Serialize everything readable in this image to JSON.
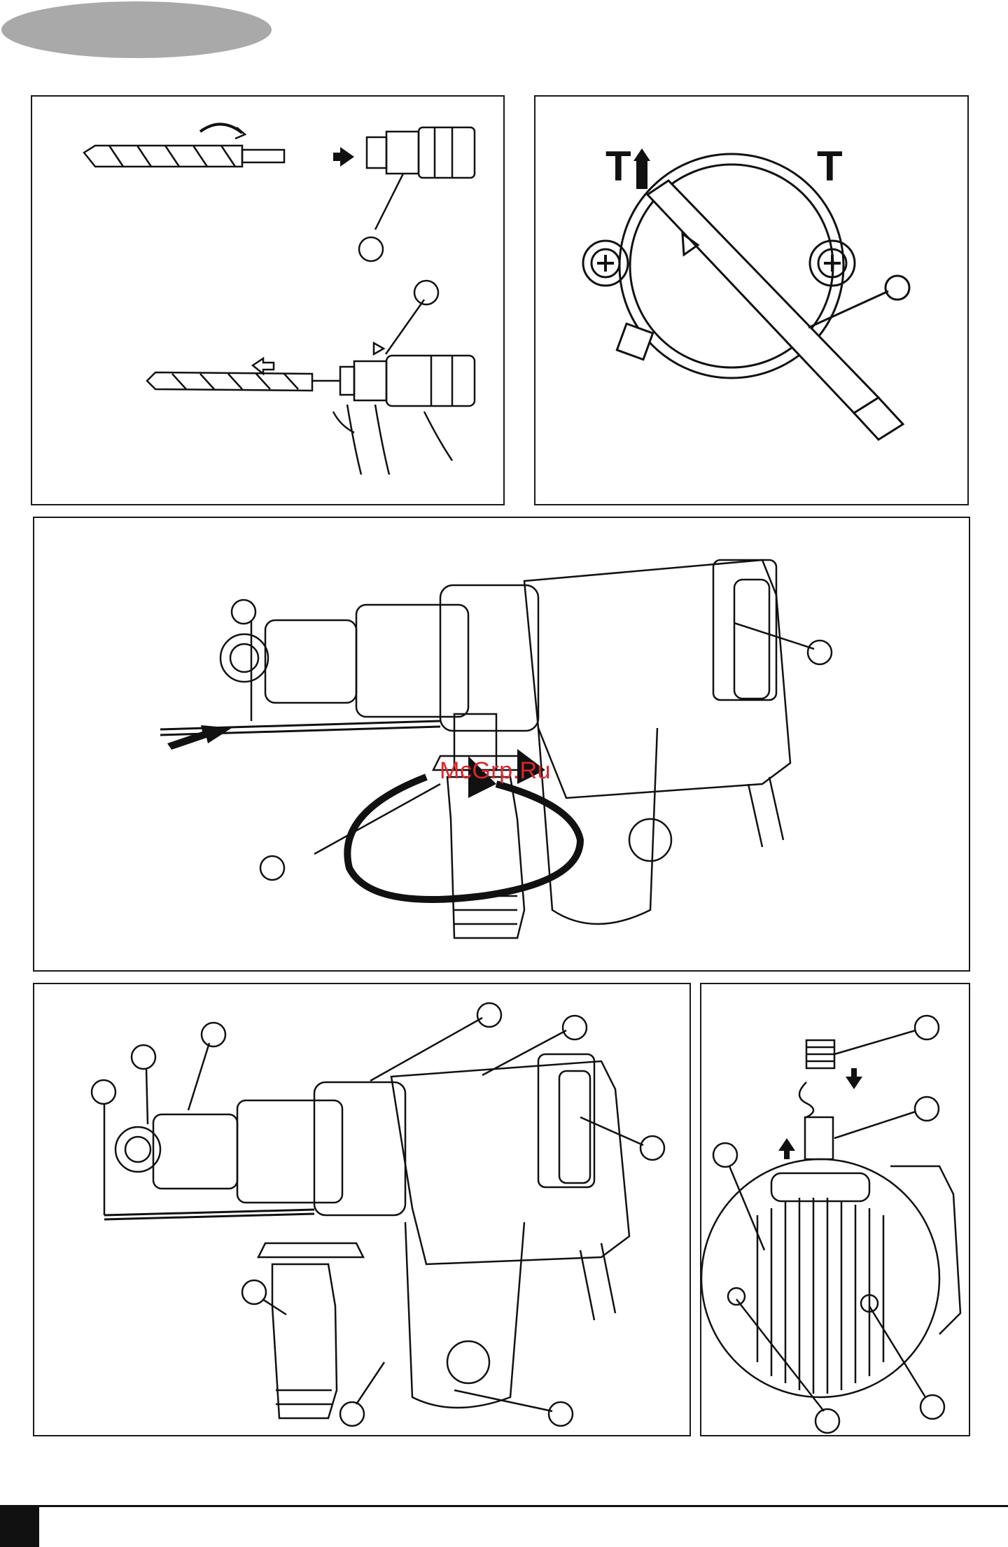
{
  "header": {
    "tab_color": "#a9a9a9"
  },
  "watermark": {
    "text": "McGrp.Ru",
    "color": "#d9262b"
  },
  "panels": {
    "mode_selector": {
      "symbol_left": "T",
      "symbol_right": "T"
    }
  },
  "footer": {
    "bar_color": "#111111"
  }
}
